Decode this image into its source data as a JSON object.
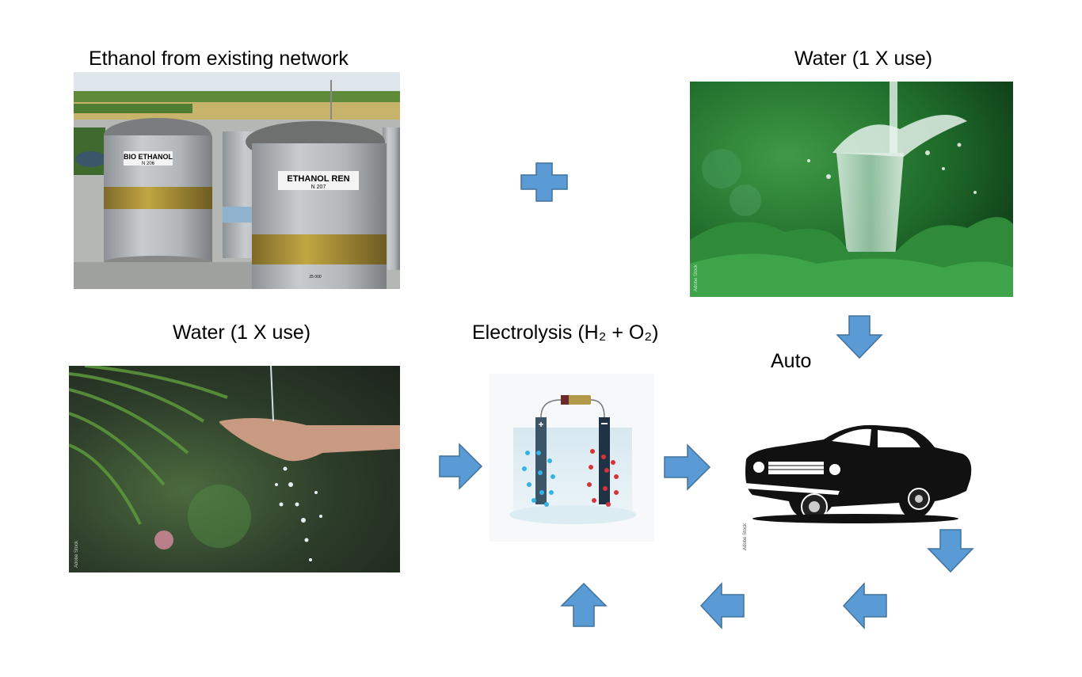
{
  "labels": {
    "ethanol": "Ethanol from existing network",
    "water_top": "Water (1 X use)",
    "water_left": "Water (1 X use)",
    "electrolysis": "Electrolysis (H₂ + O₂)",
    "auto": "Auto"
  },
  "images": {
    "ethanol_tanks": {
      "tank1_sign": "BIO ETHANOL",
      "tank1_num": "N 206",
      "tank2_sign": "ETHANOL REN",
      "tank2_num": "N 207",
      "tank2_capacity": "25 000"
    },
    "watermark": "Adobe Stock"
  },
  "colors": {
    "arrow_fill": "#5b9bd5",
    "arrow_stroke": "#41719c"
  }
}
